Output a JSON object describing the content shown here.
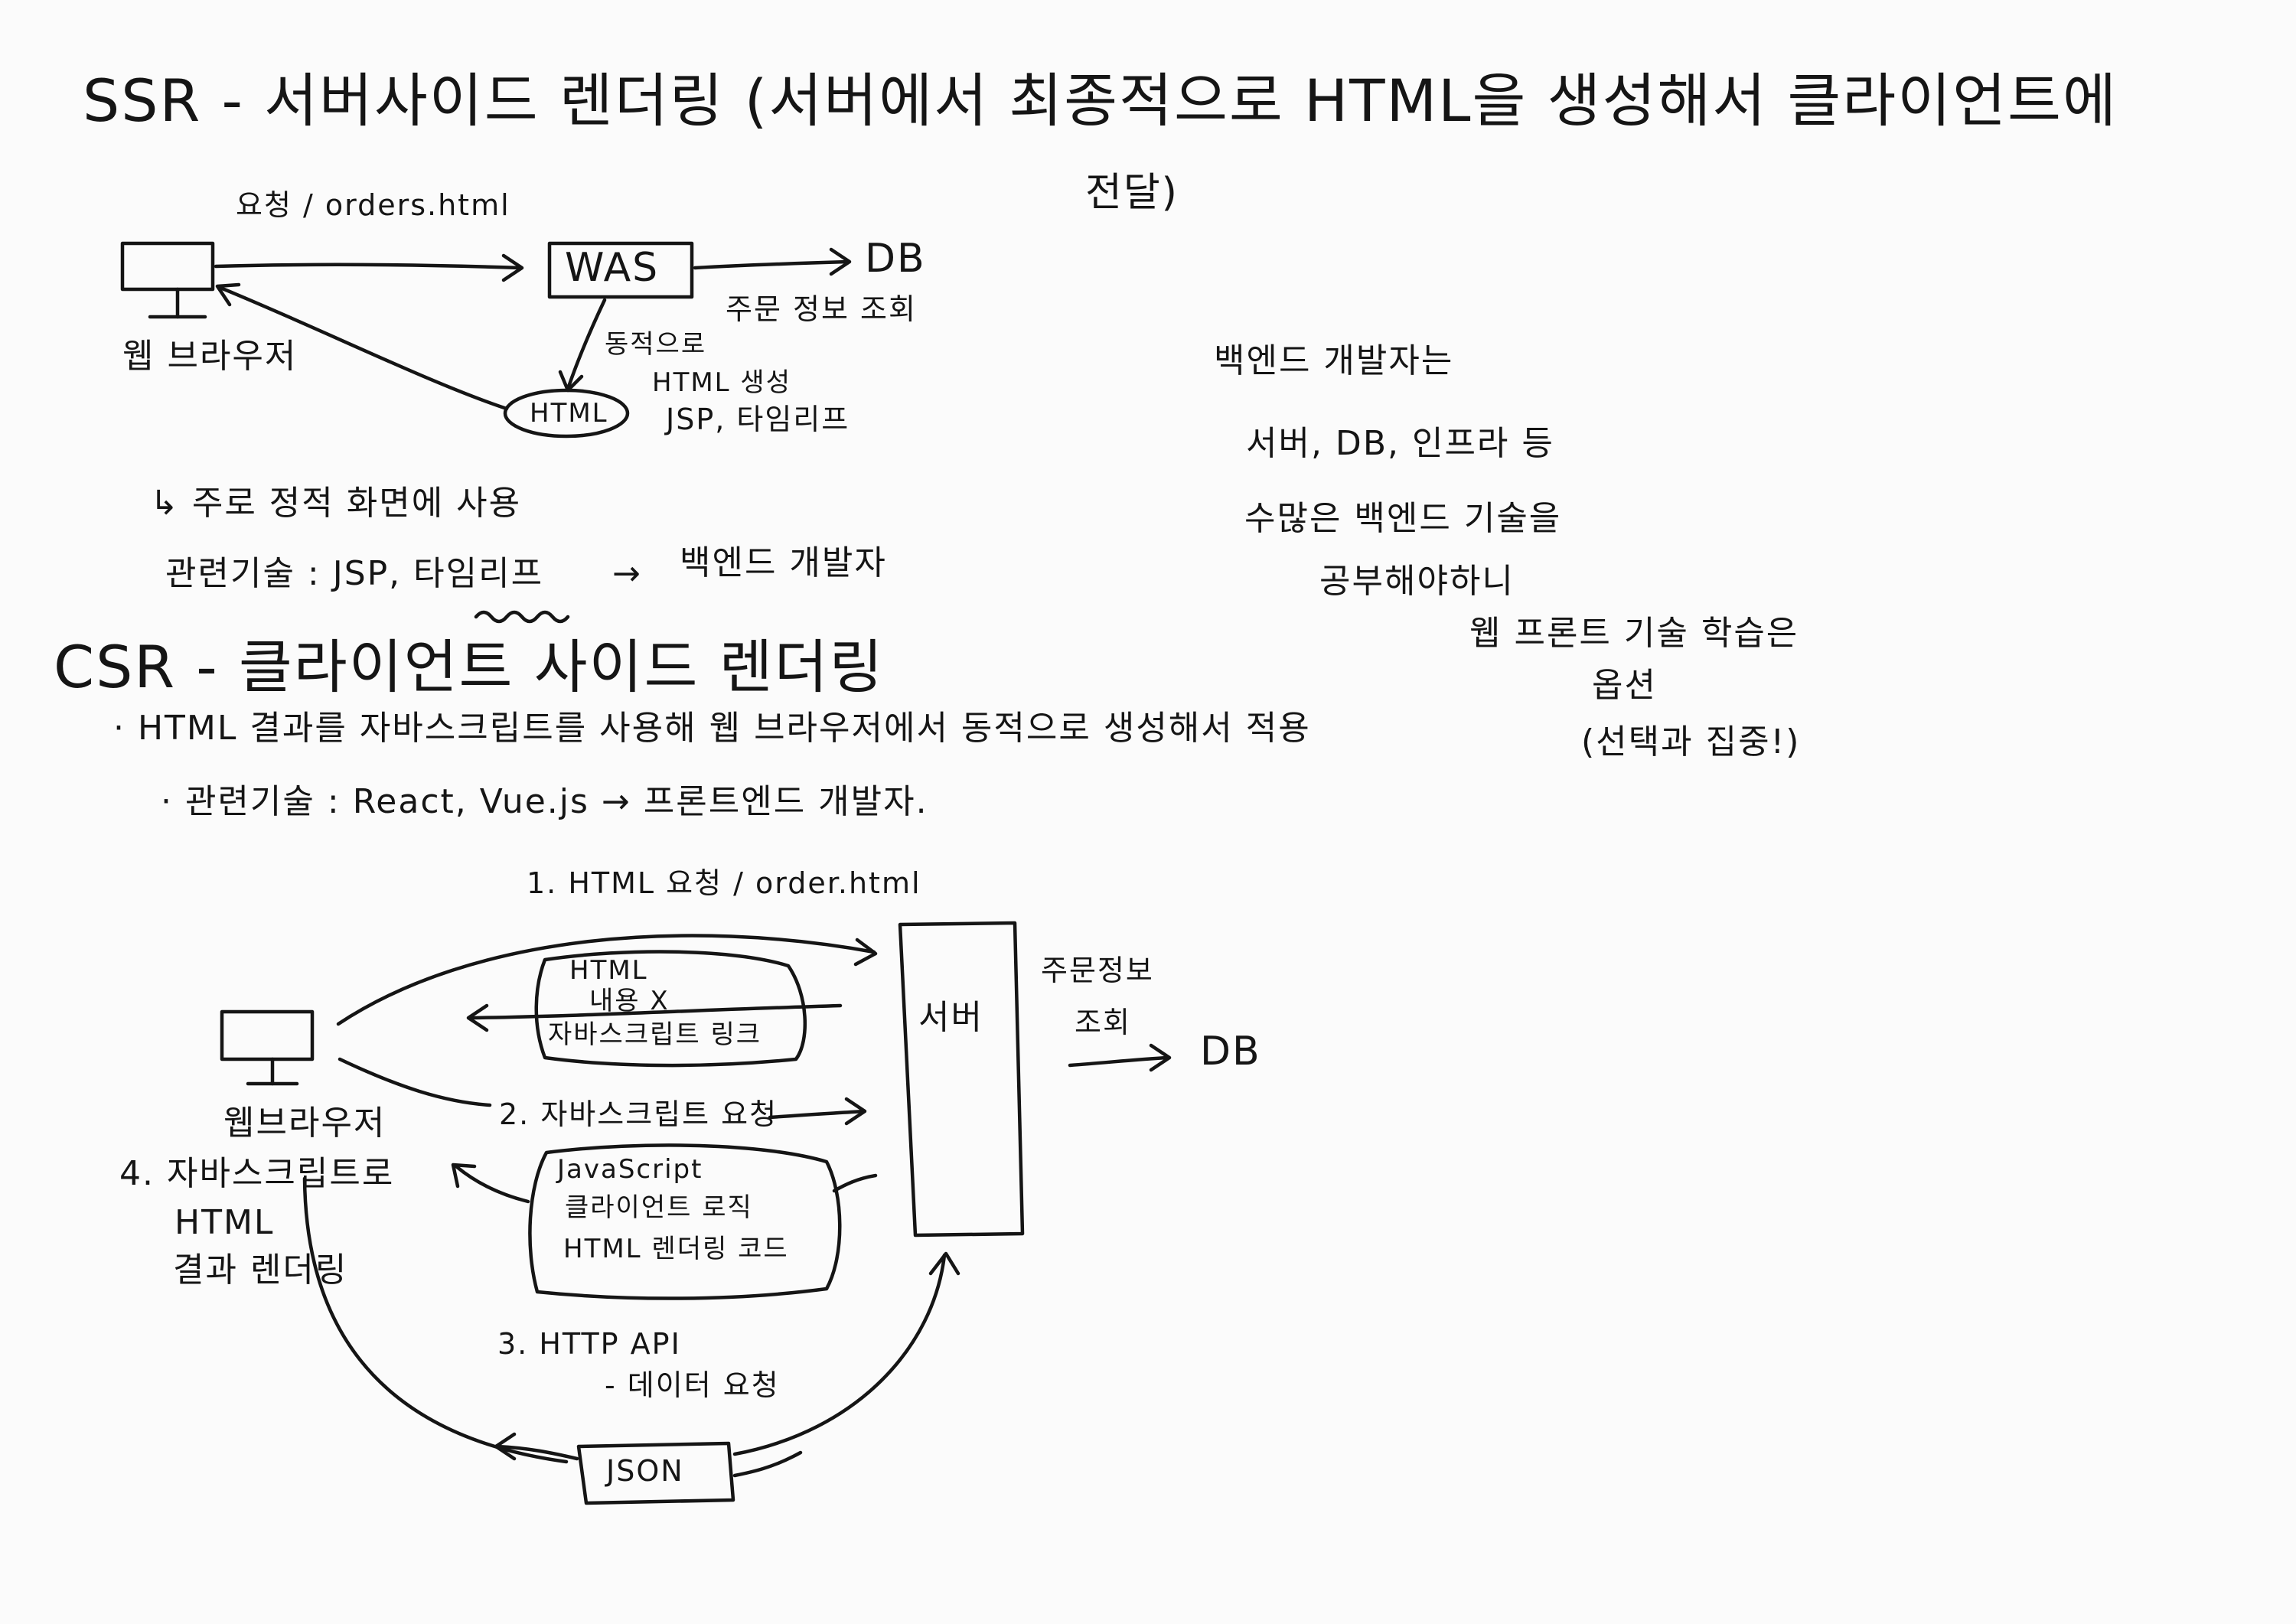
{
  "ssr": {
    "title": "SSR - 서버사이드 렌더링 (서버에서 최종적으로 HTML을 생성해서 클라이언트에",
    "title_cont": "전달)",
    "request_label": "요청 / orders.html",
    "was": "WAS",
    "db": "DB",
    "order_query": "주문 정보 조회",
    "dynamic_html": "동적으로",
    "html_create": "HTML 생성",
    "jsp": "JSP, 타임리프",
    "html_box": "HTML",
    "web_browser": "웹 브라우저",
    "usage": "↳ 주로 정적 화면에 사용",
    "tech": "관련기술 : JSP, 타임리프",
    "tech_arrow": "→",
    "backend_dev": "백엔드 개발자"
  },
  "csr": {
    "title": "CSR - 클라이언트 사이드 렌더링",
    "desc": "· HTML 결과를 자바스크립트를 사용해 웹 브라우저에서 동적으로 생성해서 적용",
    "tech": "· 관련기술 :  React, Vue.js → 프론트엔드 개발자.",
    "step1": "1. HTML 요청 / order.html",
    "html_box_lines": [
      "HTML",
      "내용 X",
      "자바스크립트 링크"
    ],
    "server": "서버",
    "order_query_1": "주문정보",
    "order_query_2": "조회",
    "db": "DB",
    "web_browser": "웹브라우저",
    "step2": "2. 자바스크립트 요청",
    "js_box_lines": [
      "JavaScript",
      "클라이언트 로직",
      "HTML 렌더링 코드"
    ],
    "step4_lines": [
      "4. 자바스크립트로",
      "HTML",
      "결과 렌더링"
    ],
    "step3_1": "3. HTTP API",
    "step3_2": "- 데이터 요청",
    "json": "JSON"
  },
  "note": {
    "lines": [
      "백엔드 개발자는",
      "서버, DB, 인프라 등",
      "수많은 백엔드 기술을",
      "공부해야하니",
      "웹 프론트 기술 학습은",
      "옵션",
      "(선택과 집중!)"
    ]
  }
}
